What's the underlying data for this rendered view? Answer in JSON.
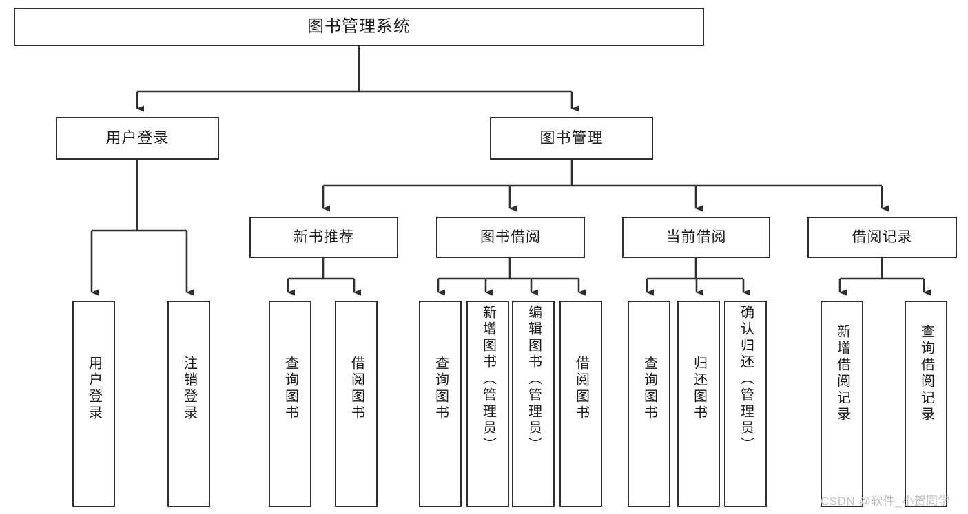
{
  "diagram": {
    "type": "tree-hierarchy-chart",
    "title_node": {
      "id": "root",
      "label": "图书管理系统"
    },
    "level2": [
      {
        "id": "user-login",
        "label": "用户登录"
      },
      {
        "id": "book-manage",
        "label": "图书管理"
      }
    ],
    "level3": [
      {
        "id": "new-book-rec",
        "label": "新书推荐"
      },
      {
        "id": "book-borrow",
        "label": "图书借阅"
      },
      {
        "id": "current-borrow",
        "label": "当前借阅"
      },
      {
        "id": "borrow-record",
        "label": "借阅记录"
      }
    ],
    "leaves": [
      {
        "id": "leaf-user-login",
        "parent": "user-login",
        "label": "用户登录"
      },
      {
        "id": "leaf-user-logout",
        "parent": "user-login",
        "label": "注销登录"
      },
      {
        "id": "leaf-rec-query-book",
        "parent": "new-book-rec",
        "label": "查询图书"
      },
      {
        "id": "leaf-rec-borrow-book",
        "parent": "new-book-rec",
        "label": "借阅图书"
      },
      {
        "id": "leaf-borrow-query-book",
        "parent": "book-borrow",
        "label": "查询图书"
      },
      {
        "id": "leaf-borrow-add-book",
        "parent": "book-borrow",
        "label": "新增图书（管理员）"
      },
      {
        "id": "leaf-borrow-edit-book",
        "parent": "book-borrow",
        "label": "编辑图书（管理员）"
      },
      {
        "id": "leaf-borrow-lend-book",
        "parent": "book-borrow",
        "label": "借阅图书"
      },
      {
        "id": "leaf-cur-query-book",
        "parent": "current-borrow",
        "label": "查询图书"
      },
      {
        "id": "leaf-cur-return-book",
        "parent": "current-borrow",
        "label": "归还图书"
      },
      {
        "id": "leaf-cur-confirm-return",
        "parent": "current-borrow",
        "label": "确认归还（管理员）"
      },
      {
        "id": "leaf-rec-add-record",
        "parent": "borrow-record",
        "label": "新增借阅记录"
      },
      {
        "id": "leaf-rec-query-record",
        "parent": "borrow-record",
        "label": "查询借阅记录"
      }
    ],
    "colors": {
      "stroke": "#2f2f2f",
      "fill": "#ffffff",
      "text": "#1a1a1a",
      "watermark": "#c2c2c2"
    }
  },
  "watermark": {
    "text": "CSDN @软件_小贺同学"
  }
}
